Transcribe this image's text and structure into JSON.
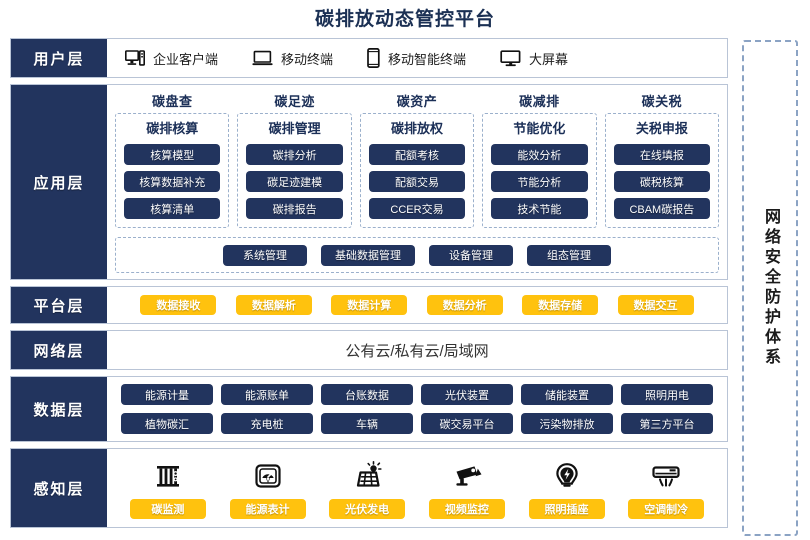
{
  "page": {
    "title": "碳排放动态管控平台",
    "colors": {
      "navy": "#22345e",
      "title_navy": "#1b3054",
      "yellow": "#ffc20e",
      "border_blue": "#b9c4d6",
      "dashed_blue": "#9bb0cc"
    }
  },
  "security_band": {
    "label": "网络安全防护体系"
  },
  "layers": {
    "user": {
      "label": "用户层",
      "items": [
        {
          "icon": "desktop-tower-icon",
          "label": "企业客户端"
        },
        {
          "icon": "laptop-icon",
          "label": "移动终端"
        },
        {
          "icon": "smartphone-icon",
          "label": "移动智能终端"
        },
        {
          "icon": "monitor-icon",
          "label": "大屏幕"
        }
      ]
    },
    "application": {
      "label": "应用层",
      "columns": [
        {
          "title": "碳盘查",
          "subtitle": "碳排核算",
          "items": [
            "核算模型",
            "核算数据补充",
            "核算清单"
          ]
        },
        {
          "title": "碳足迹",
          "subtitle": "碳排管理",
          "items": [
            "碳排分析",
            "碳足迹建模",
            "碳排报告"
          ]
        },
        {
          "title": "碳资产",
          "subtitle": "碳排放权",
          "items": [
            "配额考核",
            "配额交易",
            "CCER交易"
          ]
        },
        {
          "title": "碳减排",
          "subtitle": "节能优化",
          "items": [
            "能效分析",
            "节能分析",
            "技术节能"
          ]
        },
        {
          "title": "碳关税",
          "subtitle": "关税申报",
          "items": [
            "在线填报",
            "碳税核算",
            "CBAM碳报告"
          ]
        }
      ],
      "bottom_items": [
        "系统管理",
        "基础数据管理",
        "设备管理",
        "组态管理"
      ]
    },
    "platform": {
      "label": "平台层",
      "items": [
        "数据接收",
        "数据解析",
        "数据计算",
        "数据分析",
        "数据存储",
        "数据交互"
      ]
    },
    "network": {
      "label": "网络层",
      "text": "公有云/私有云/局域网"
    },
    "data": {
      "label": "数据层",
      "row1": [
        "能源计量",
        "能源账单",
        "台账数据",
        "光伏装置",
        "储能装置",
        "照明用电"
      ],
      "row2": [
        "植物碳汇",
        "充电桩",
        "车辆",
        "碳交易平台",
        "污染物排放",
        "第三方平台"
      ]
    },
    "sensing": {
      "label": "感知层",
      "items": [
        {
          "icon": "carbon-monitor-icon",
          "label": "碳监测"
        },
        {
          "icon": "energy-meter-icon",
          "label": "能源表计"
        },
        {
          "icon": "solar-panel-icon",
          "label": "光伏发电"
        },
        {
          "icon": "cctv-camera-icon",
          "label": "视频监控"
        },
        {
          "icon": "lightbulb-icon",
          "label": "照明插座"
        },
        {
          "icon": "air-conditioner-icon",
          "label": "空调制冷"
        }
      ]
    }
  }
}
